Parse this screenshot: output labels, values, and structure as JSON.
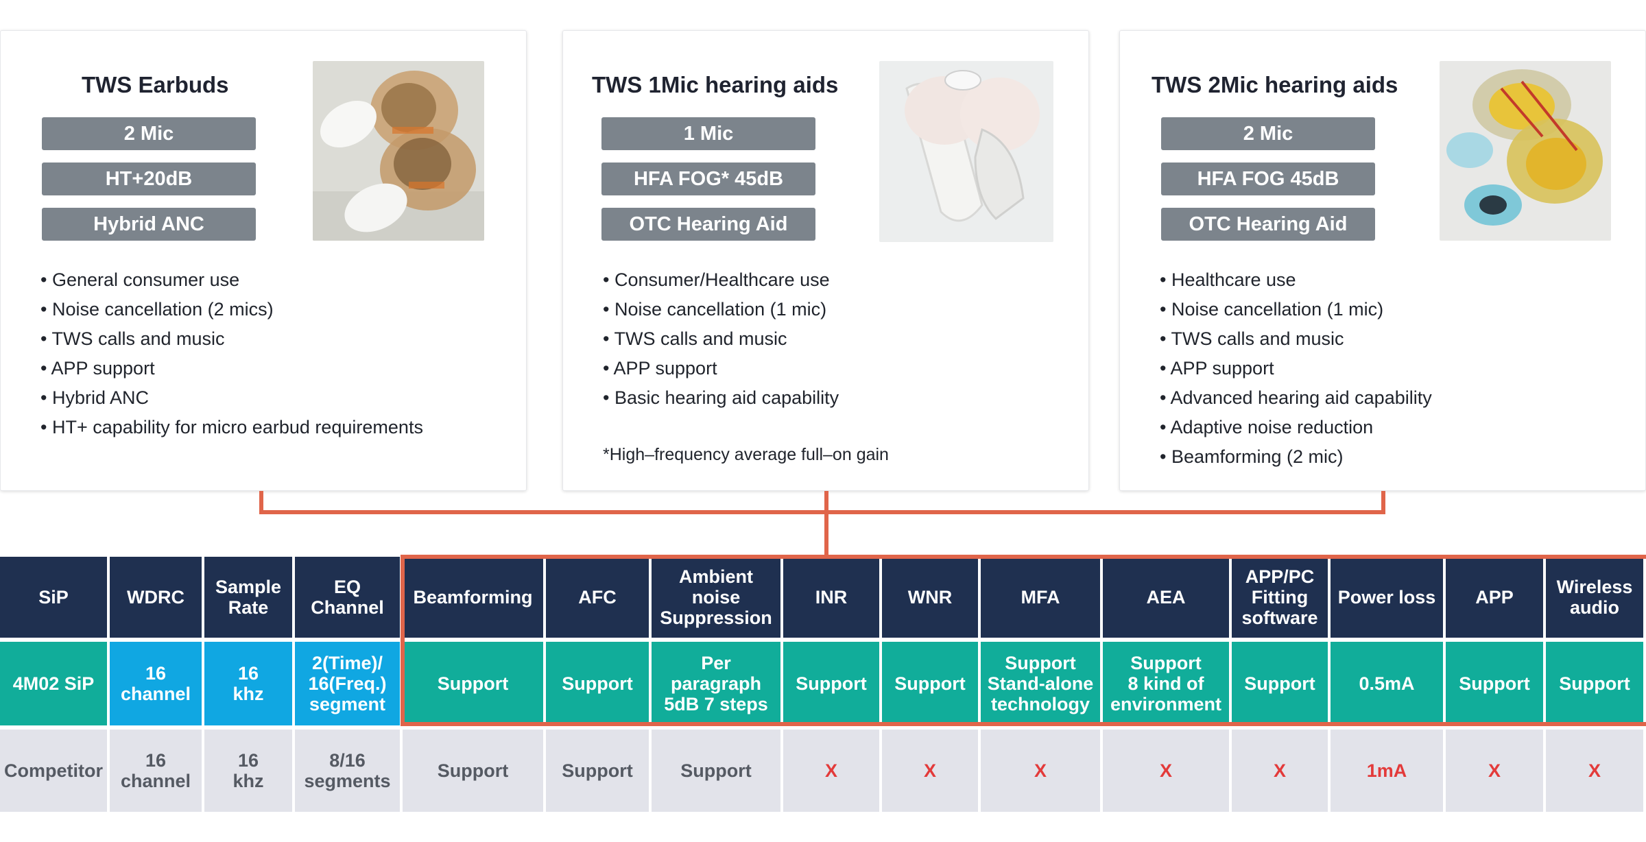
{
  "cards": [
    {
      "title": "TWS Earbuds",
      "badges": [
        "2 Mic",
        "HT+20dB",
        "Hybrid ANC"
      ],
      "features": [
        "General consumer use",
        "Noise cancellation (2 mics)",
        "TWS calls and music",
        "APP support",
        "Hybrid ANC",
        "HT+ capability for micro earbud requirements"
      ]
    },
    {
      "title": "TWS 1Mic hearing aids",
      "badges": [
        "1 Mic",
        "HFA FOG* 45dB",
        "OTC Hearing Aid"
      ],
      "features": [
        "Consumer/Healthcare use",
        "Noise cancellation (1 mic)",
        "TWS calls and music",
        "APP support",
        "Basic hearing aid capability"
      ],
      "footnote": "*High–frequency average full–on gain"
    },
    {
      "title": "TWS 2Mic hearing aids",
      "badges": [
        "2 Mic",
        "HFA FOG 45dB",
        "OTC Hearing Aid"
      ],
      "features": [
        "Healthcare use",
        "Noise cancellation (1 mic)",
        "TWS calls and music",
        "APP support",
        "Advanced hearing aid capability",
        "Adaptive noise reduction",
        "Beamforming (2 mic)"
      ]
    }
  ],
  "comparison": {
    "headers": [
      "SiP",
      "WDRC",
      "Sample\nRate",
      "EQ\nChannel",
      "Beamforming",
      "AFC",
      "Ambient\nnoise\nSuppression",
      "INR",
      "WNR",
      "MFA",
      "AEA",
      "APP/PC\nFitting\nsoftware",
      "Power loss",
      "APP",
      "Wireless\naudio"
    ],
    "product_row": [
      "4M02 SiP",
      "16\nchannel",
      "16\nkhz",
      "2(Time)/\n16(Freq.)\nsegment",
      "Support",
      "Support",
      "Per\nparagraph\n5dB 7 steps",
      "Support",
      "Support",
      "Support\nStand-alone\ntechnology",
      "Support\n8 kind of\nenvironment",
      "Support",
      "0.5mA",
      "Support",
      "Support"
    ],
    "competitor_row": [
      "Competitor",
      "16\nchannel",
      "16\nkhz",
      "8/16\nsegments",
      "Support",
      "Support",
      "Support",
      "X",
      "X",
      "X",
      "X",
      "X",
      "1mA",
      "X",
      "X"
    ]
  },
  "colors": {
    "header_bg": "#1f3050",
    "product_bg": "#11ad9a",
    "product_spec_bg": "#10a7e2",
    "competitor_bg": "#e2e3ea",
    "accent": "#e0654a",
    "negative": "#e33a3a",
    "badge_bg": "#7c848c"
  }
}
